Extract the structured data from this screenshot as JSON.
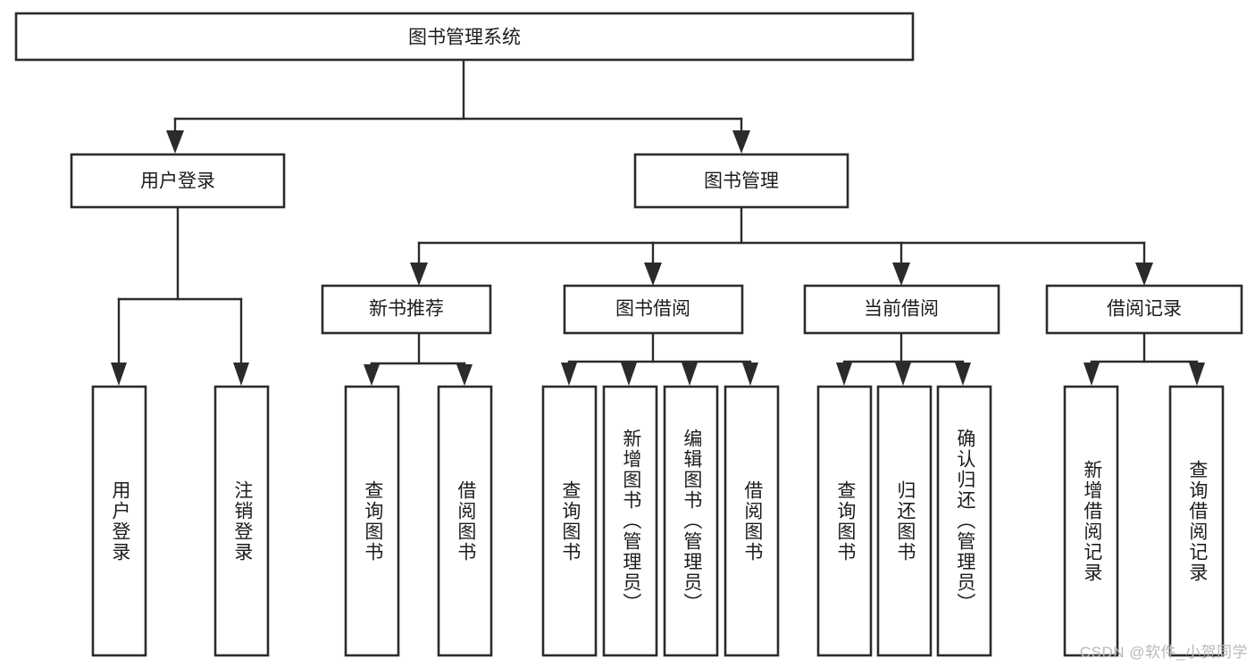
{
  "diagram": {
    "title": "图书管理系统",
    "type": "tree-hierarchy-diagram",
    "colors": {
      "box_stroke": "#2b2b2b",
      "box_fill": "#ffffff",
      "connector": "#2b2b2b",
      "text": "#1c1c1c",
      "watermark": "#b9b9b9",
      "background": "#ffffff"
    },
    "root": {
      "label": "图书管理系统"
    },
    "level2": [
      {
        "label": "用户登录"
      },
      {
        "label": "图书管理"
      }
    ],
    "level3": [
      {
        "label": "新书推荐"
      },
      {
        "label": "图书借阅"
      },
      {
        "label": "当前借阅"
      },
      {
        "label": "借阅记录"
      }
    ],
    "leaves": {
      "user_login": [
        {
          "label": "用户登录"
        },
        {
          "label": "注销登录"
        }
      ],
      "new_book_recommend": [
        {
          "label": "查询图书"
        },
        {
          "label": "借阅图书"
        }
      ],
      "book_borrow": [
        {
          "label": "查询图书"
        },
        {
          "label": "新增图书（管理员）"
        },
        {
          "label": "编辑图书（管理员）"
        },
        {
          "label": "借阅图书"
        }
      ],
      "current_borrow": [
        {
          "label": "查询图书"
        },
        {
          "label": "归还图书"
        },
        {
          "label": "确认归还（管理员）"
        }
      ],
      "borrow_record": [
        {
          "label": "新增借阅记录"
        },
        {
          "label": "查询借阅记录"
        }
      ]
    },
    "watermark": "CSDN @软件_小贺同学"
  }
}
